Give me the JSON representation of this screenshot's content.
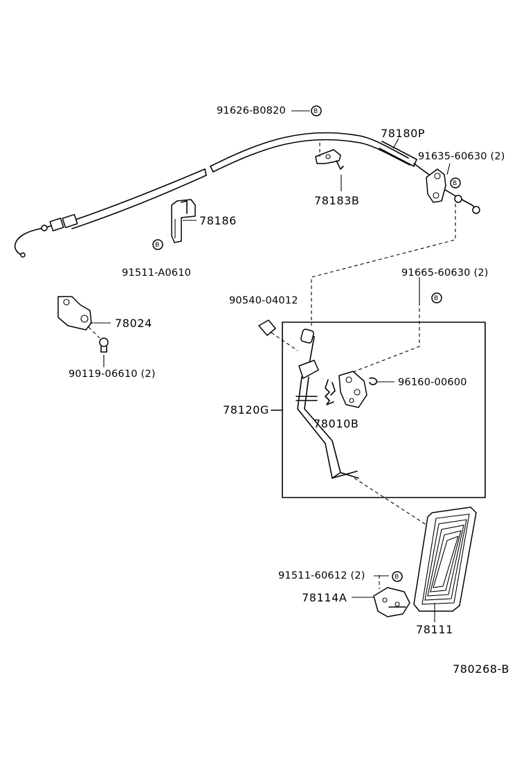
{
  "diagram": {
    "parts": {
      "p_91626_B0820": "91626-B0820",
      "p_78180P": "78180P",
      "p_91635_60630": "91635-60630 (2)",
      "p_78183B": "78183B",
      "p_78186": "78186",
      "p_91511_A0610": "91511-A0610",
      "p_91665_60630": "91665-60630 (2)",
      "p_90540_04012": "90540-04012",
      "p_78024": "78024",
      "p_90119_06610": "90119-06610 (2)",
      "p_96160_00600": "96160-00600",
      "p_78120G": "78120G",
      "p_78010B": "78010B",
      "p_91511_60612": "91511-60612 (2)",
      "p_78114A": "78114A",
      "p_78111": "78111"
    },
    "bolt_symbol": "B",
    "figure_code": "780268-B"
  },
  "colors": {
    "line": "#000000",
    "background": "#ffffff"
  }
}
